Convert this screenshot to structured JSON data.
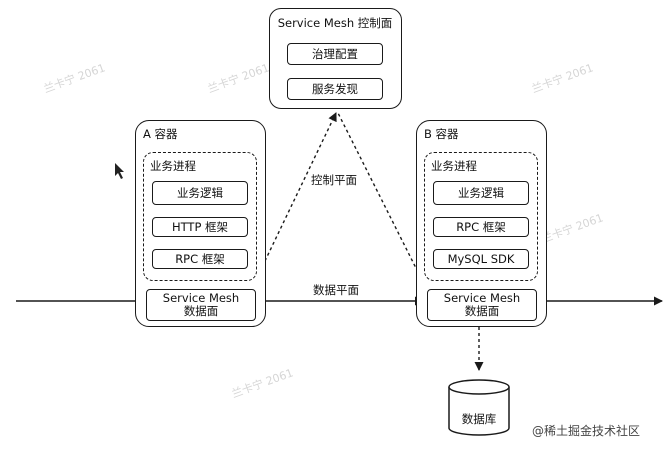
{
  "control_plane": {
    "title": "Service Mesh 控制面",
    "items": [
      "治理配置",
      "服务发现"
    ]
  },
  "container_a": {
    "title": "A 容器",
    "process_title": "业务进程",
    "items": [
      "业务逻辑",
      "HTTP 框架",
      "RPC 框架"
    ],
    "sidecar": [
      "Service Mesh",
      "数据面"
    ]
  },
  "container_b": {
    "title": "B 容器",
    "process_title": "业务进程",
    "items": [
      "业务逻辑",
      "RPC 框架",
      "MySQL SDK"
    ],
    "sidecar": [
      "Service Mesh",
      "数据面"
    ]
  },
  "edges": {
    "control_plane_label": "控制平面",
    "data_plane_label": "数据平面"
  },
  "database": {
    "label": "数据库"
  },
  "footer": {
    "watermark": "@稀土掘金技术社区"
  },
  "watermarks": [
    "兰卡宁 2061",
    "兰卡宁 2061",
    "兰卡宁 2061",
    "兰卡宁 2061",
    "兰卡宁 2061"
  ]
}
